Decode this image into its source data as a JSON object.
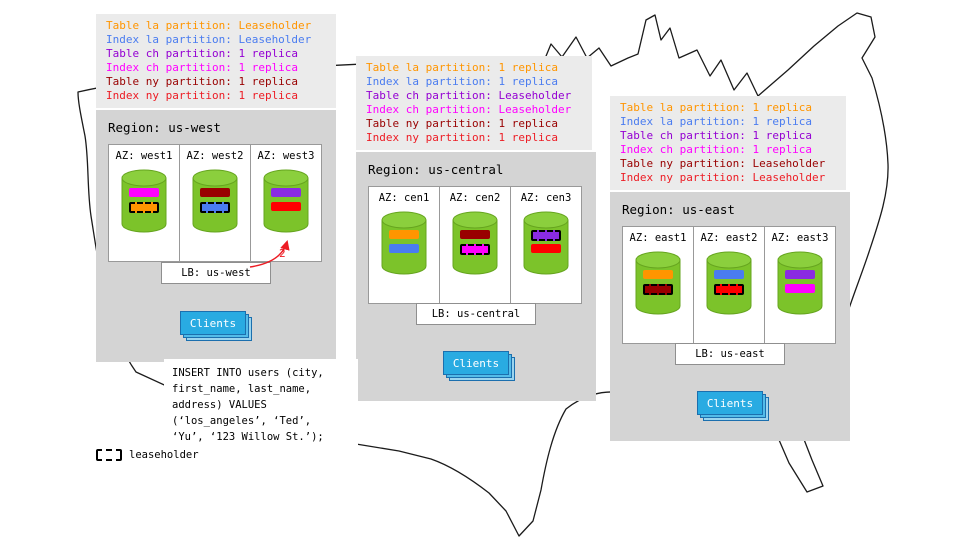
{
  "annotation": {
    "step": "2"
  },
  "key": {
    "label": "leaseholder"
  },
  "sql": {
    "lines": [
      "INSERT INTO users (city,",
      "first_name, last_name,",
      "address) VALUES",
      "(‘los_angeles’, ‘Ted’,",
      "‘Yu’, ‘123 Willow St.’);"
    ]
  },
  "colors": {
    "table_la": "#FF9500",
    "index_la": "#4A7CF0",
    "table_ch": "#9400D3",
    "index_ch": "#FF00FF",
    "table_ny": "#990000",
    "index_ny": "#ED1C24",
    "cylinder": "#7CC32A",
    "clients_blue": "#29ABE2"
  },
  "regions": [
    {
      "title": "Region: us-west",
      "lb": "LB: us-west",
      "clients": "Clients",
      "legend": [
        {
          "text": "Table la partition: Leaseholder",
          "color": "#FF9500"
        },
        {
          "text": "Index la partition: Leaseholder",
          "color": "#4A7CF0"
        },
        {
          "text": "Table ch partition: 1 replica",
          "color": "#9400D3"
        },
        {
          "text": "Index ch partition: 1 replica",
          "color": "#FF00FF"
        },
        {
          "text": "Table ny partition: 1 replica",
          "color": "#990000"
        },
        {
          "text": "Index ny partition: 1 replica",
          "color": "#ED1C24"
        }
      ],
      "azs": [
        {
          "label": "AZ: west1",
          "bars": [
            {
              "color": "#FF00FF",
              "leaseholder": false
            },
            {
              "color": "#FF9500",
              "leaseholder": true
            }
          ]
        },
        {
          "label": "AZ: west2",
          "bars": [
            {
              "color": "#990000",
              "leaseholder": false
            },
            {
              "color": "#4A7CF0",
              "leaseholder": true
            }
          ]
        },
        {
          "label": "AZ: west3",
          "bars": [
            {
              "color": "#8A2BE2",
              "leaseholder": false
            },
            {
              "color": "#FF0000",
              "leaseholder": false
            }
          ]
        }
      ]
    },
    {
      "title": "Region: us-central",
      "lb": "LB: us-central",
      "clients": "Clients",
      "legend": [
        {
          "text": "Table la partition: 1 replica",
          "color": "#FF9500"
        },
        {
          "text": "Index la partition: 1 replica",
          "color": "#4A7CF0"
        },
        {
          "text": "Table ch partition: Leaseholder",
          "color": "#9400D3"
        },
        {
          "text": "Index ch partition: Leaseholder",
          "color": "#FF00FF"
        },
        {
          "text": "Table ny partition: 1 replica",
          "color": "#990000"
        },
        {
          "text": "Index ny partition: 1 replica",
          "color": "#ED1C24"
        }
      ],
      "azs": [
        {
          "label": "AZ: cen1",
          "bars": [
            {
              "color": "#FF9500",
              "leaseholder": false
            },
            {
              "color": "#4A7CF0",
              "leaseholder": false
            }
          ]
        },
        {
          "label": "AZ: cen2",
          "bars": [
            {
              "color": "#990000",
              "leaseholder": false
            },
            {
              "color": "#FF00FF",
              "leaseholder": true
            }
          ]
        },
        {
          "label": "AZ: cen3",
          "bars": [
            {
              "color": "#8A2BE2",
              "leaseholder": true
            },
            {
              "color": "#FF0000",
              "leaseholder": false
            }
          ]
        }
      ]
    },
    {
      "title": "Region: us-east",
      "lb": "LB: us-east",
      "clients": "Clients",
      "legend": [
        {
          "text": "Table la partition: 1 replica",
          "color": "#FF9500"
        },
        {
          "text": "Index la partition: 1 replica",
          "color": "#4A7CF0"
        },
        {
          "text": "Table ch partition: 1 replica",
          "color": "#9400D3"
        },
        {
          "text": "Index ch partition: 1 replica",
          "color": "#FF00FF"
        },
        {
          "text": "Table ny partition: Leaseholder",
          "color": "#990000"
        },
        {
          "text": "Index ny partition: Leaseholder",
          "color": "#ED1C24"
        }
      ],
      "azs": [
        {
          "label": "AZ: east1",
          "bars": [
            {
              "color": "#FF9500",
              "leaseholder": false
            },
            {
              "color": "#990000",
              "leaseholder": true
            }
          ]
        },
        {
          "label": "AZ: east2",
          "bars": [
            {
              "color": "#4A7CF0",
              "leaseholder": false
            },
            {
              "color": "#FF0000",
              "leaseholder": true
            }
          ]
        },
        {
          "label": "AZ: east3",
          "bars": [
            {
              "color": "#8A2BE2",
              "leaseholder": false
            },
            {
              "color": "#FF00FF",
              "leaseholder": false
            }
          ]
        }
      ]
    }
  ]
}
